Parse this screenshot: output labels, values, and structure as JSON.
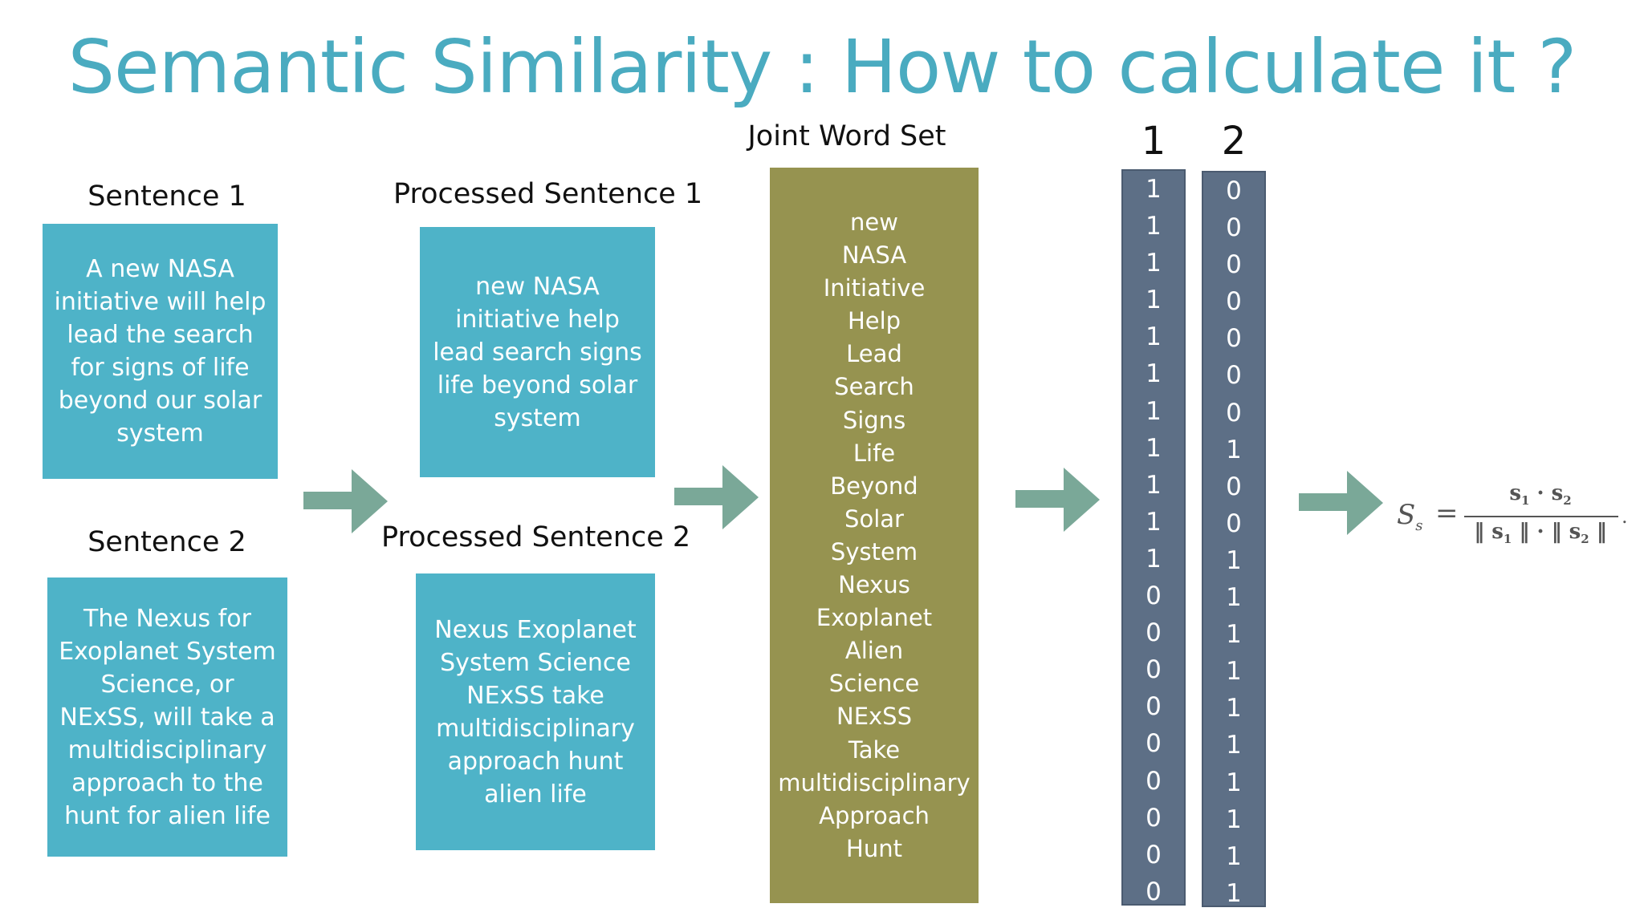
{
  "title": "Semantic Similarity : How to calculate it ?",
  "sentence1": {
    "label": "Sentence 1",
    "text": "A new NASA initiative will help lead the search for signs of life beyond our solar system"
  },
  "sentence2": {
    "label": "Sentence 2",
    "text": "The Nexus for Exoplanet System Science, or NExSS, will take a multidisciplinary approach to the hunt for alien life"
  },
  "processed1": {
    "label": "Processed Sentence 1",
    "text": "new NASA initiative help lead search signs life beyond solar system"
  },
  "processed2": {
    "label": "Processed Sentence 2",
    "text": "Nexus Exoplanet System Science NExSS take multidisciplinary approach hunt alien life"
  },
  "joint_word_set": {
    "label": "Joint Word Set",
    "words": [
      "new",
      "NASA",
      "Initiative",
      "Help",
      "Lead",
      "Search",
      "Signs",
      "Life",
      "Beyond",
      "Solar",
      "System",
      "Nexus",
      "Exoplanet",
      "Alien",
      "Science",
      "NExSS",
      "Take",
      "multidisciplinary",
      "Approach",
      "Hunt"
    ]
  },
  "vectors": [
    {
      "label": "1",
      "values": [
        "1",
        "1",
        "1",
        "1",
        "1",
        "1",
        "1",
        "1",
        "1",
        "1",
        "1",
        "0",
        "0",
        "0",
        "0",
        "0",
        "0",
        "0",
        "0",
        "0"
      ]
    },
    {
      "label": "2",
      "values": [
        "0",
        "0",
        "0",
        "0",
        "0",
        "0",
        "0",
        "1",
        "0",
        "0",
        "1",
        "1",
        "1",
        "1",
        "1",
        "1",
        "1",
        "1",
        "1",
        "1"
      ]
    }
  ],
  "formula": {
    "lhs": "S",
    "lhs_sub": "s",
    "num_a": "s",
    "num_a_sub": "1",
    "num_b": "s",
    "num_b_sub": "2",
    "den_a": "s",
    "den_a_sub": "1",
    "den_b": "s",
    "den_b_sub": "2"
  },
  "colors": {
    "title": "#4aabc0",
    "box": "#4eb3c8",
    "joint": "#969350",
    "vector": "#5d6f86",
    "arrow": "#7aa898"
  }
}
